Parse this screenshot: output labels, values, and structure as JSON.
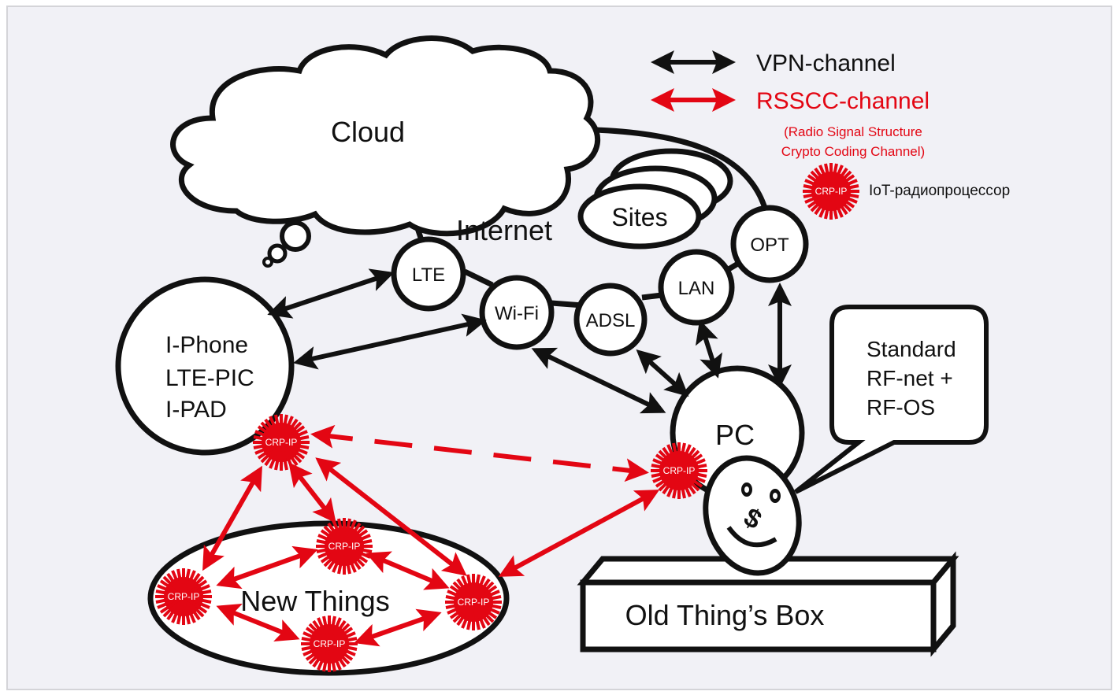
{
  "colors": {
    "vpn": "#111111",
    "rsscc": "#e30613",
    "background": "#f1f1f6"
  },
  "legend": {
    "vpn_label": "VPN-channel",
    "rsscc_label": "RSSCC-channel",
    "rsscc_desc_1": "(Radio Signal Structure",
    "rsscc_desc_2": "Crypto Coding Channel)",
    "crp_label": "IoT-радиопроцессор"
  },
  "crp_badge": "CRP-IP",
  "nodes": {
    "cloud": "Cloud",
    "internet": "Internet",
    "sites": "Sites",
    "lte": "LTE",
    "wifi": "Wi-Fi",
    "adsl": "ADSL",
    "lan": "LAN",
    "opt": "OPT",
    "pc": "PC",
    "iphone": [
      "I-Phone",
      "LTE-PIC",
      "I-PAD"
    ],
    "new_things": "New Things",
    "old_box": "Old Thing’s Box",
    "speech": [
      "Standard",
      "RF-net +",
      "RF-OS"
    ]
  }
}
